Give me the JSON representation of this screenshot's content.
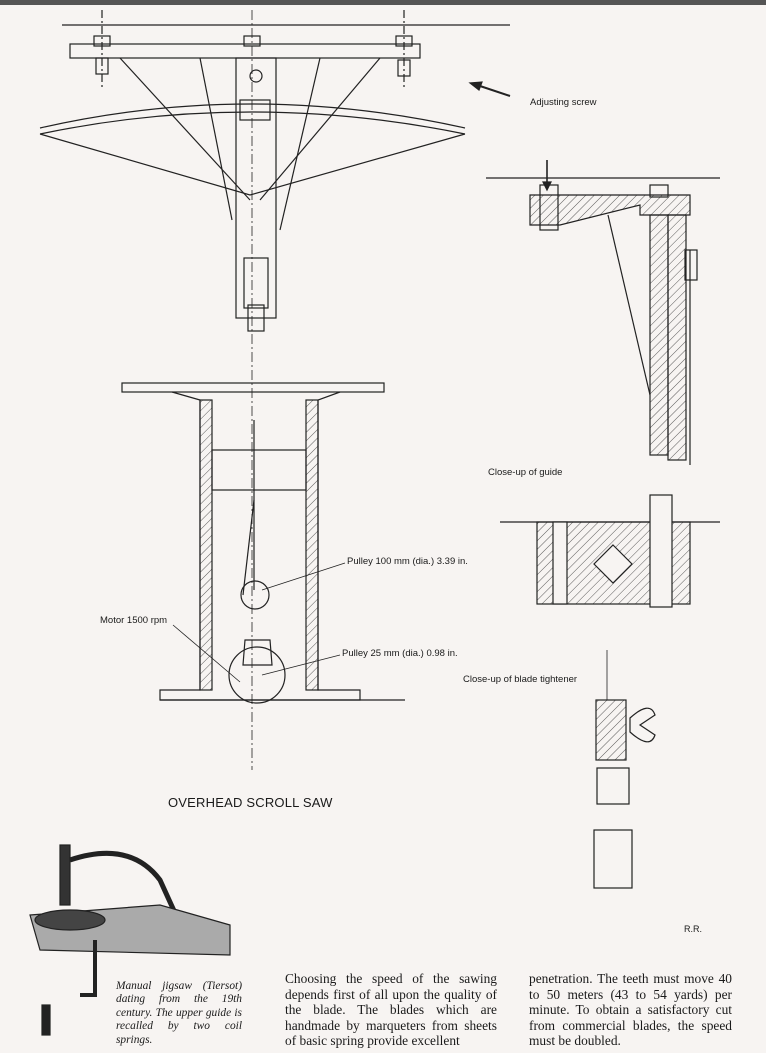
{
  "labels": {
    "adjusting_screw": "Adjusting screw",
    "close_up_guide": "Close-up of guide",
    "pulley_large": "Pulley 100 mm (dia.) 3.39 in.",
    "motor": "Motor 1500 rpm",
    "pulley_small": "Pulley 25 mm (dia.) 0.98 in.",
    "close_up_tightener": "Close-up of blade tightener",
    "initials": "R.R."
  },
  "title": "OVERHEAD SCROLL SAW",
  "caption": "Manual jigsaw (Tiersot) dating from the 19th century. The upper guide is recalled by two coil springs.",
  "body": {
    "col1": "Choosing the speed of the sawing depends first of all upon the quality of the blade. The blades which are handmade by marqueters from sheets of basic spring provide excellent",
    "col2": "penetration. The teeth must move 40 to 50 meters (43 to 54 yards) per minute. To obtain a satisfactory cut from commercial blades, the speed must be doubled."
  }
}
